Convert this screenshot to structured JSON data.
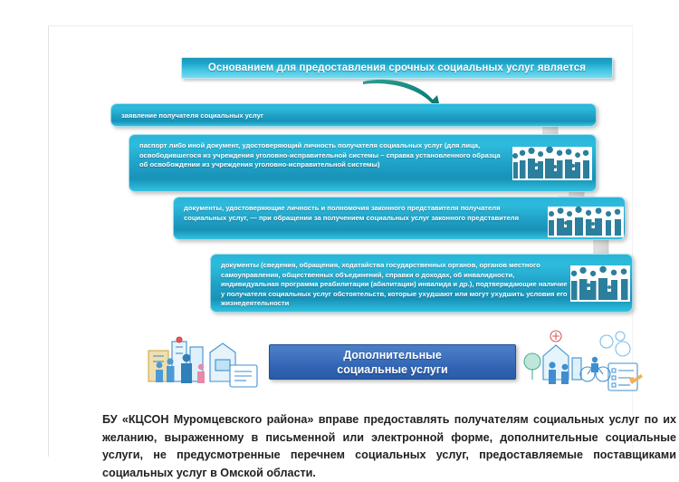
{
  "slide": {
    "title": "Основанием для предоставления срочных социальных услуг является",
    "boxes": [
      {
        "id": "box-1",
        "text": "заявление получателя социальных услуг"
      },
      {
        "id": "box-2",
        "text": "паспорт либо иной документ, удостоверяющий личность получателя социальных услуг (для лица, освободившегося из учреждения уголовно-исправительной системы – справка установленного образца об освобождении из учреждения уголовно-исправительной системы)"
      },
      {
        "id": "box-3",
        "text": "документы, удостоверяющие личность и полномочия законного представителя получателя социальных услуг, — при обращении за получением социальных услуг законного представителя"
      },
      {
        "id": "box-4",
        "text": "документы (сведения, обращения, ходатайства государственных органов, органов местного самоуправления, общественных объединений, справки о доходах, об инвалидности, индивидуальная программа реабилитации (абилитации) инвалида и др.), подтверждающие наличие у получателя социальных услуг обстоятельств, которые ухудшают или могут ухудшить условия его жизнедеятельности"
      }
    ],
    "banner": {
      "line1": "Дополнительные",
      "line2": "социальные услуги"
    },
    "footer_text": "БУ «КЦСОН Муромцевского района» вправе предоставлять получателям социальных услуг по их желанию, выраженному в письменной или электронной форме, дополнительные социальные услуги, не предусмотренные перечнем социальных услуг, предоставляемые поставщиками социальных услуг в Омской области."
  },
  "icons": {
    "curved_arrow": "curved-arrow-icon",
    "block_arrow": "down-block-arrow-icon",
    "people_photo": "people-silhouettes-icon",
    "illustration_left": "social-services-illustration",
    "illustration_right": "family-services-illustration"
  },
  "colors": {
    "teal_box": "#1f9fc4",
    "teal_light": "#33c2e0",
    "title_teal": "#1796bb",
    "blue_banner": "#2f63b2",
    "arrow_grey": "#d8d8d8",
    "curve_arrow_teal": "#1f8f87",
    "text_dark": "#231f20"
  }
}
